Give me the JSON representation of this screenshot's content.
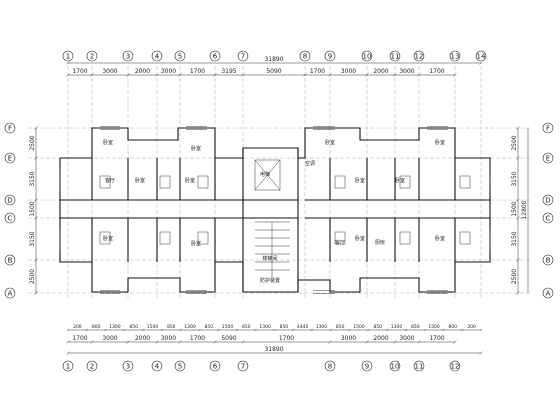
{
  "drawing": {
    "top_axes": [
      "1",
      "2",
      "3",
      "4",
      "5",
      "6",
      "7",
      "8",
      "9",
      "10",
      "11",
      "12",
      "13",
      "14"
    ],
    "bottom_axes": [
      "1",
      "2",
      "3",
      "4",
      "5",
      "6",
      "7",
      "8",
      "9",
      "10",
      "11",
      "12"
    ],
    "side_axes": [
      "F",
      "E",
      "D",
      "C",
      "B",
      "A"
    ],
    "top_overall": "31890",
    "bottom_overall": "31890",
    "top_dims": [
      "1700",
      "3000",
      "2000",
      "3000",
      "1700",
      "3195",
      "5090",
      "1700",
      "3000",
      "2000",
      "3000",
      "1700"
    ],
    "bottom_dims": [
      "1700",
      "3000",
      "2000",
      "3000",
      "1700",
      "5090",
      "1700",
      "3000",
      "2000",
      "3000",
      "1700"
    ],
    "bottom_detail": [
      "200",
      "800",
      "1300",
      "850",
      "1500",
      "850",
      "1300",
      "850",
      "1500",
      "850",
      "1300",
      "850",
      "4440",
      "1300",
      "850",
      "1500",
      "850",
      "1300",
      "850",
      "1500",
      "800",
      "200"
    ],
    "left_dims": [
      "2500",
      "3150",
      "1500",
      "3150",
      "2500"
    ],
    "right_dims": [
      "2500",
      "3150",
      "1500",
      "3150",
      "2500"
    ],
    "right_total": "12800",
    "rooms": [
      "卧室",
      "卧室",
      "卧室",
      "卧室",
      "卧室",
      "卧室",
      "卧室",
      "卧室",
      "卧室",
      "卧室",
      "卧室",
      "卧室",
      "客厅",
      "客厅",
      "厨房",
      "空调",
      "电梯",
      "楼梯间",
      "防护装置"
    ]
  }
}
